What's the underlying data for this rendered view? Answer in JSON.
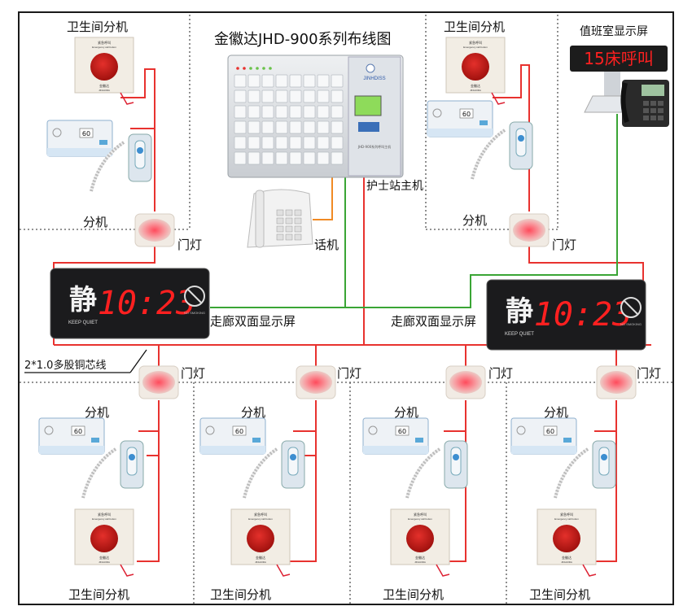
{
  "title": "金徽达JHD-900系列布线图",
  "labels": {
    "bathroom_unit": "卫生间分机",
    "bed_unit": "分机",
    "door_light": "门灯",
    "nurse_station": "护士站主机",
    "phone": "话机",
    "duty_display": "值班室显示屏",
    "corridor_display": "走廊双面显示屏",
    "cable_spec": "2*1.0多股铜芯线"
  },
  "duty_screen": {
    "text": "15床呼叫"
  },
  "corridor_screen": {
    "char": "静",
    "time": "10:23",
    "caption": "KEEP QUIET",
    "sign": "NO SMOKING"
  },
  "host_panel": {
    "brand": "JINHDISS",
    "model": "JHD-900系列呼叫主机"
  },
  "bed_unit_display": "60",
  "bathroom_button": {
    "top": "紧急呼叫",
    "top_en": "Emergency call button",
    "bottom": "金徽达",
    "bottom_en": "JINHUIDA"
  },
  "colors": {
    "wire_red": "#e8322f",
    "wire_green": "#3aa535",
    "wire_orange": "#f08a24",
    "led_red": "#ff2020",
    "frame": "#1a1a1a"
  }
}
